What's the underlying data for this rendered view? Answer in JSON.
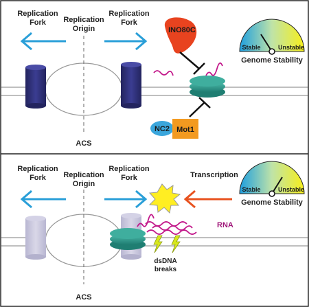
{
  "top_panel": {
    "left_fork_label_1": "Replication",
    "left_fork_label_2": "Fork",
    "origin_label_1": "Replication",
    "origin_label_2": "Origin",
    "right_fork_label_1": "Replication",
    "right_fork_label_2": "Fork",
    "acs_label": "ACS",
    "ino80c_label": "INO80C",
    "nc2_label": "NC2",
    "mot1_label": "Mot1",
    "gauge": {
      "stable_label": "Stable",
      "unstable_label": "Unstable",
      "title": "Genome Stability",
      "needle_state": "stable-leaning"
    }
  },
  "bottom_panel": {
    "left_fork_label_1": "Replication",
    "left_fork_label_2": "Fork",
    "origin_label_1": "Replication",
    "origin_label_2": "Origin",
    "right_fork_label_1": "Replication",
    "right_fork_label_2": "Fork",
    "transcription_label": "Transcription",
    "rna_label": "RNA",
    "dsdna_label_1": "dsDNA",
    "dsdna_label_2": "breaks",
    "acs_label": "ACS",
    "gauge": {
      "stable_label": "Stable",
      "unstable_label": "Unstable",
      "title": "Genome Stability",
      "needle_state": "unstable-leaning"
    }
  },
  "colors": {
    "fork_arrow": "#2a9fd8",
    "mcm_dark": "#2e2f7a",
    "mcm_faded": "#c8c6dc",
    "nucleosome": "#2f9b8c",
    "ino80c": "#e8431f",
    "nc2": "#3aa6dc",
    "mot1": "#f39a20",
    "rna": "#c2188a",
    "transcription_arrow": "#e8521f",
    "collision_star": "#ffee22",
    "break_bolt": "#d8e81c",
    "gauge_blue": "#29a6e0",
    "gauge_yellow": "#f6ee1e"
  }
}
